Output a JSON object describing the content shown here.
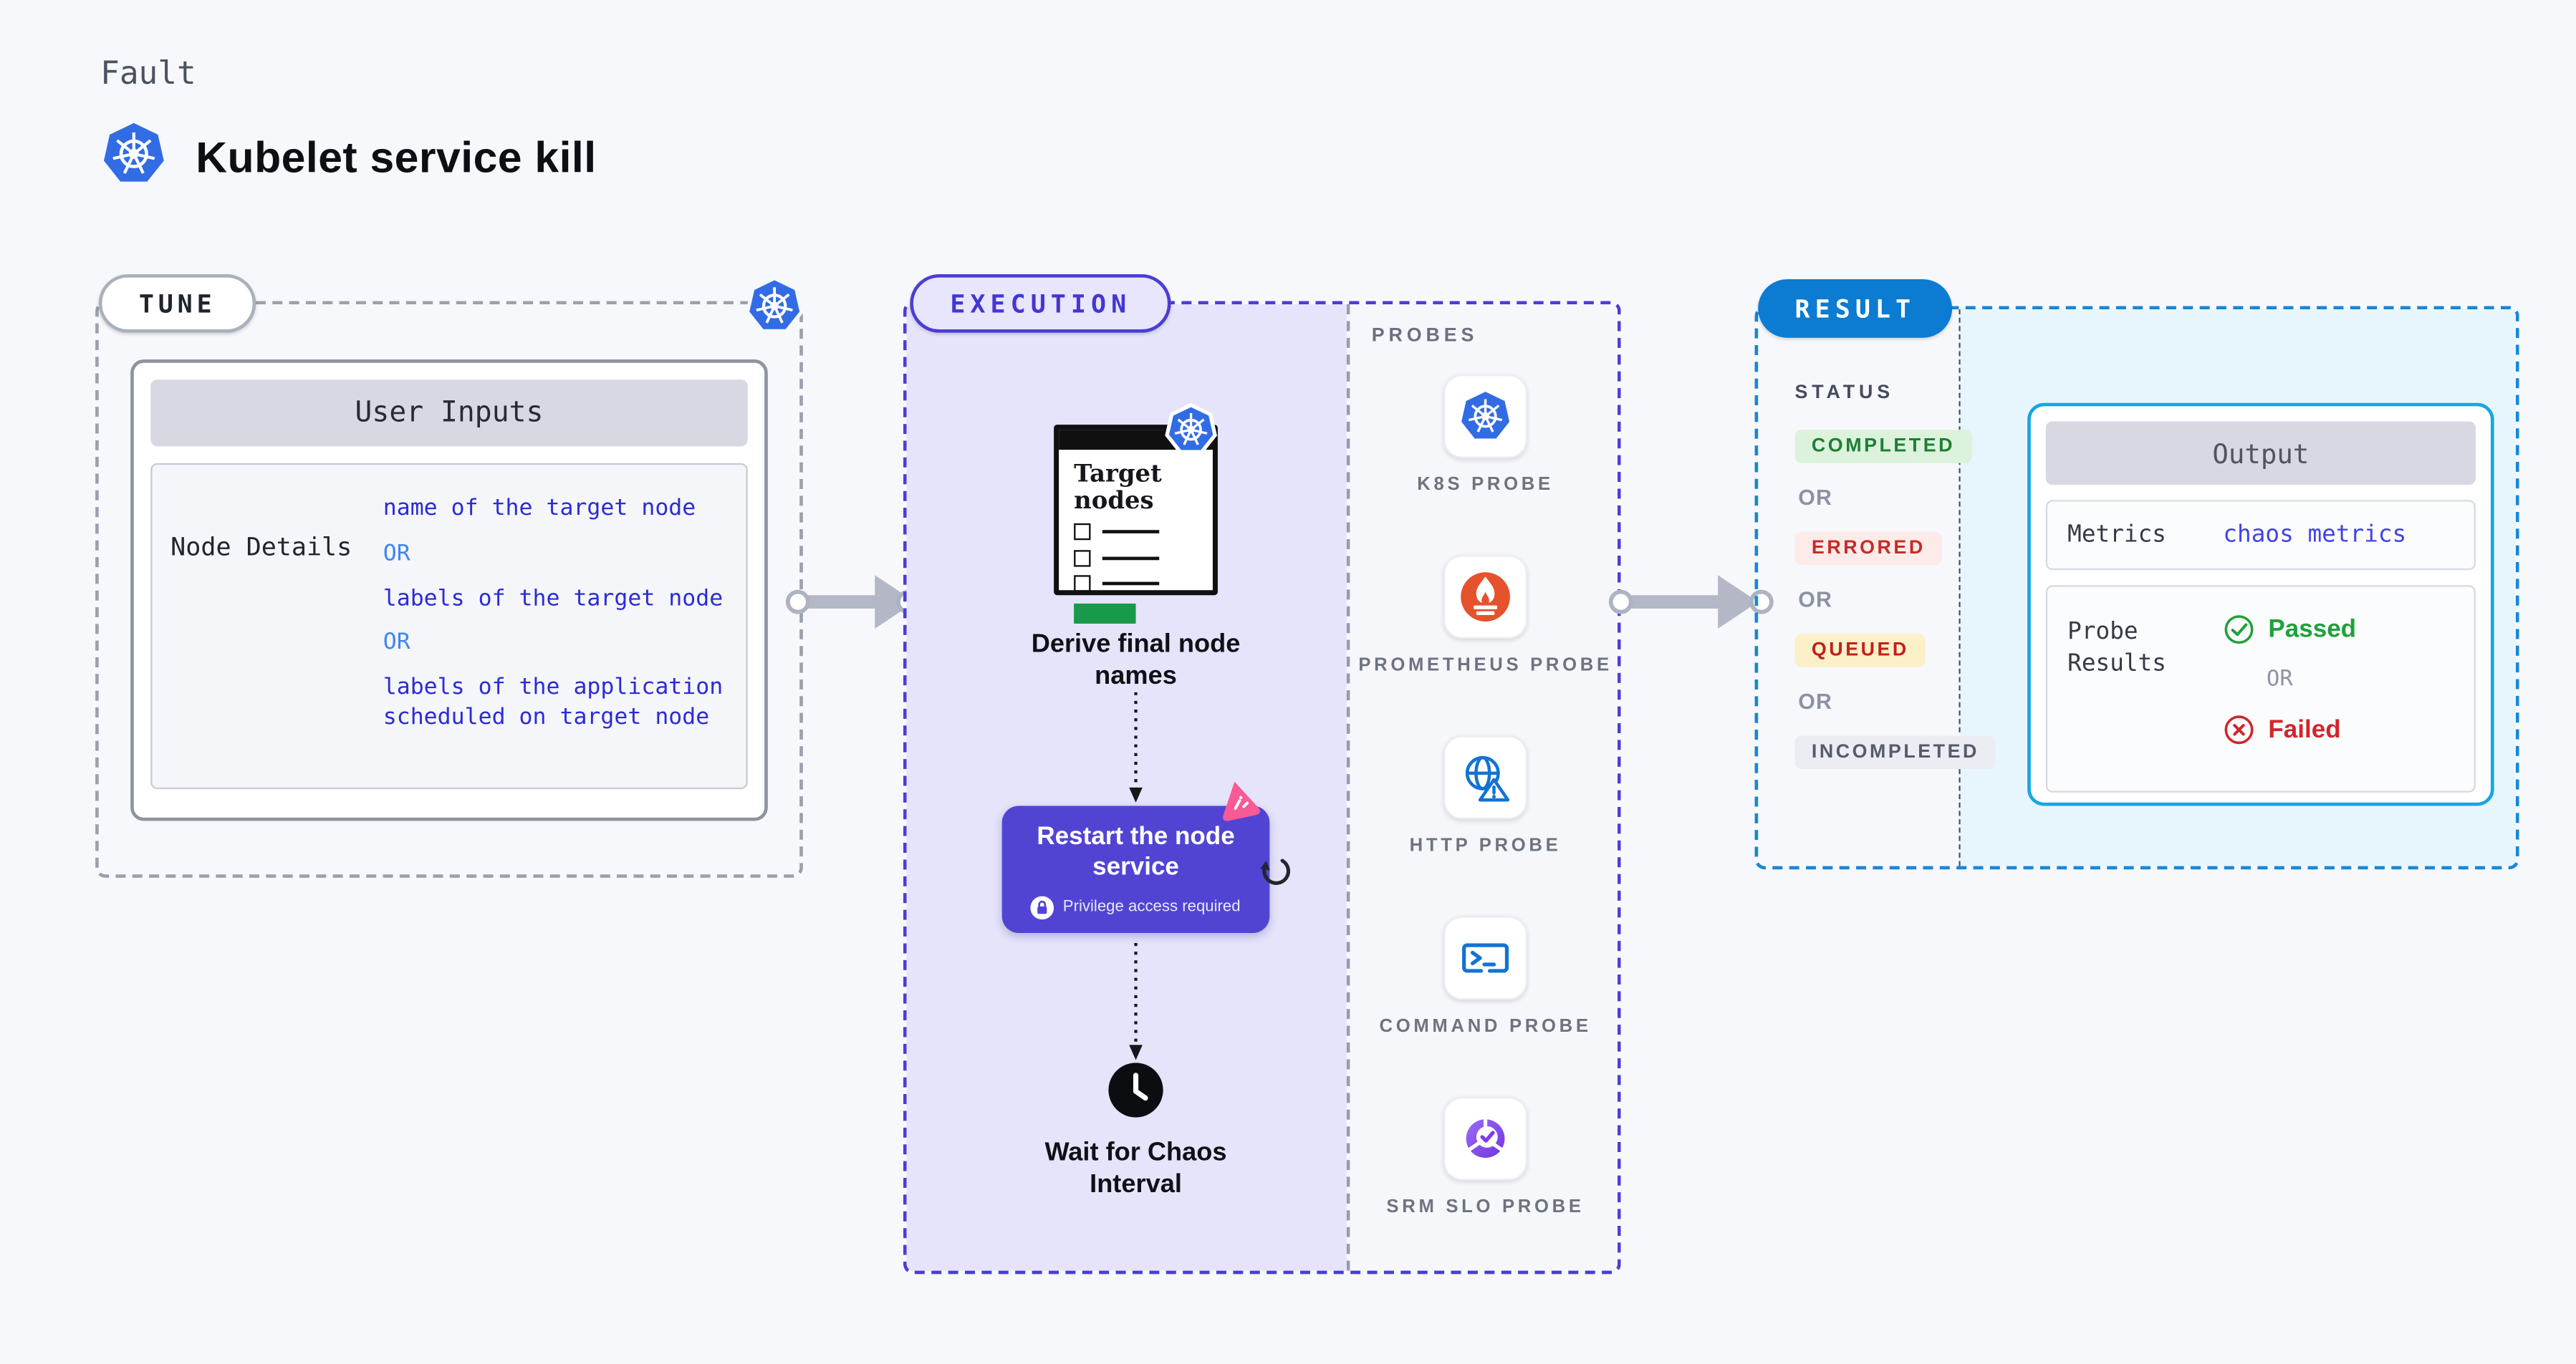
{
  "header": {
    "kicker": "Fault",
    "title": "Kubelet service kill",
    "icon": "kubernetes-logo"
  },
  "tune": {
    "label": "TUNE",
    "user_inputs": {
      "title": "User Inputs",
      "row_label": "Node Details",
      "options": [
        "name of the target node",
        "OR",
        "labels of the target node",
        "OR",
        "labels of the application scheduled on target node"
      ]
    }
  },
  "execution": {
    "label": "EXECUTION",
    "steps": {
      "target_nodes": "Target nodes",
      "derive": "Derive final node names",
      "action": "Restart the node service",
      "privilege": "Privilege access required",
      "wait": "Wait for Chaos Interval"
    },
    "probes": {
      "title": "PROBES",
      "items": [
        {
          "label": "K8S PROBE",
          "icon": "kubernetes-logo"
        },
        {
          "label": "PROMETHEUS PROBE",
          "icon": "prometheus-flame"
        },
        {
          "label": "HTTP PROBE",
          "icon": "globe-warning"
        },
        {
          "label": "COMMAND PROBE",
          "icon": "terminal"
        },
        {
          "label": "SRM SLO PROBE",
          "icon": "slo-donut-check"
        }
      ]
    }
  },
  "result": {
    "label": "RESULT",
    "status": {
      "title": "STATUS",
      "or": "OR",
      "items": [
        {
          "label": "COMPLETED",
          "fg": "#1d7f33",
          "bg": "#dcf2dd"
        },
        {
          "label": "ERRORED",
          "fg": "#c62c26",
          "bg": "#fcebe9"
        },
        {
          "label": "QUEUED",
          "fg": "#c2201a",
          "bg": "#fcf0c9"
        },
        {
          "label": "INCOMPLETED",
          "fg": "#555b6b",
          "bg": "#ebedf3"
        }
      ]
    },
    "output": {
      "title": "Output",
      "metrics_label": "Metrics",
      "metrics_value": "chaos metrics",
      "probe_label": "Probe Results",
      "passed": "Passed",
      "or": "OR",
      "failed": "Failed"
    }
  },
  "colors": {
    "page_bg": "#f7f8fb",
    "indigo_accent": "#4a3ed4",
    "indigo_fill": "#5244d3",
    "lavender_bg": "#e5e4fa",
    "result_blue": "#0b7cd1",
    "cyan_border": "#14a7e2",
    "cyan_bg": "#e7f6fd",
    "k8s_blue": "#326ce5",
    "prometheus_orange": "#e6522c",
    "passed_green": "#1ea13a",
    "failed_red": "#d2252b",
    "litmus_pink": "#fa5a96",
    "value_blue": "#2b2cd5",
    "or_blue": "#4086ef"
  }
}
